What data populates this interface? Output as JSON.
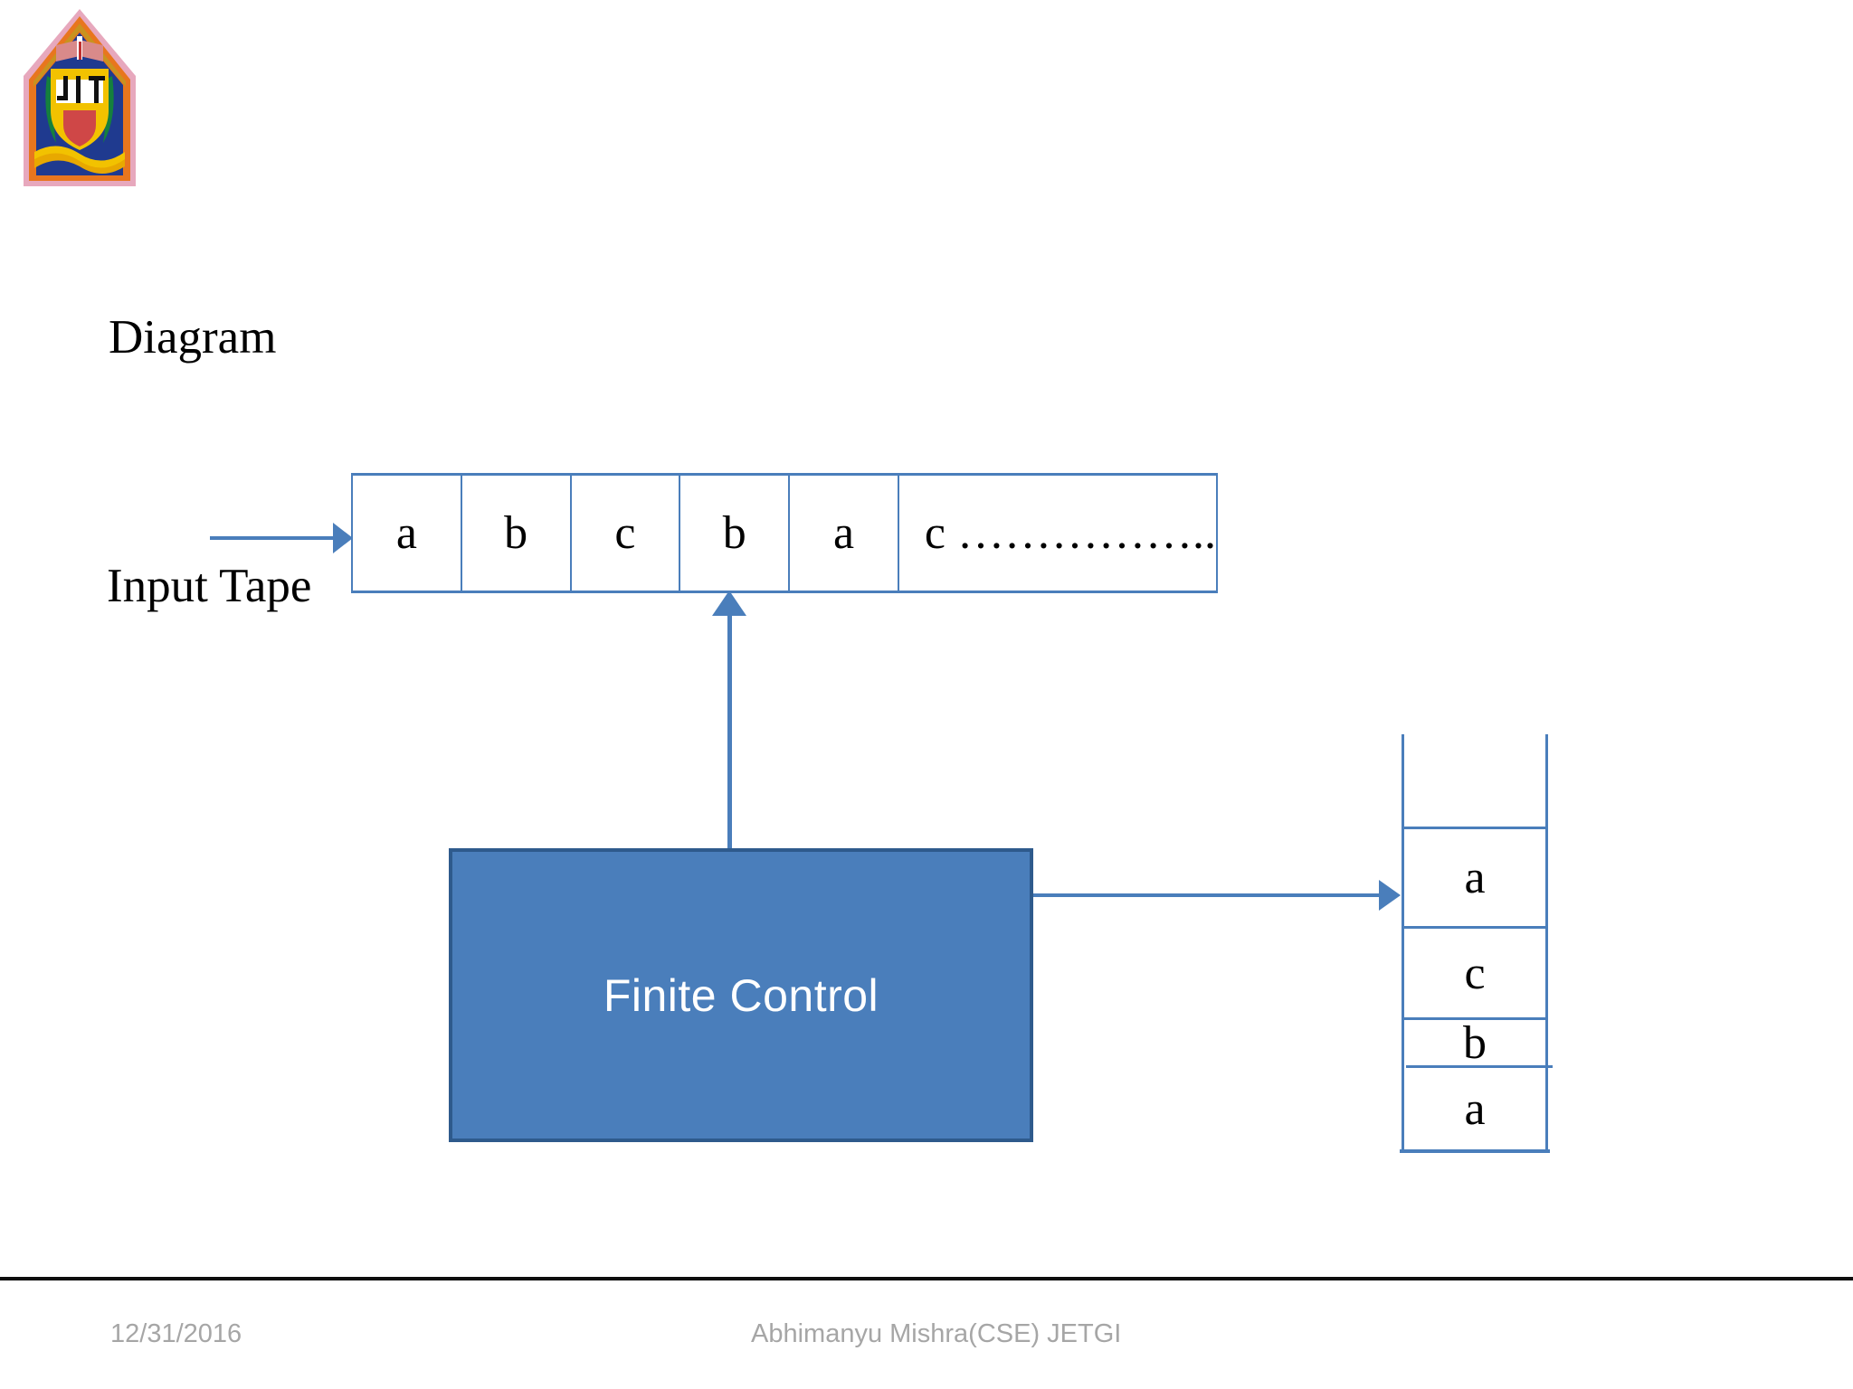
{
  "slide": {
    "title": "Diagram",
    "background": "#ffffff"
  },
  "logo": {
    "name": "jetgi-institute-crest",
    "colors": {
      "outer_border": "#e8a0b4",
      "frame": "#e8751a",
      "field": "#1f3a93",
      "shield_gold": "#f2c200",
      "banner_gold": "#f2c200",
      "green": "#1d8348",
      "book_red": "#d96666",
      "letters": "JIT"
    }
  },
  "labels": {
    "input_tape": "Input Tape"
  },
  "tape": {
    "name": "input-tape",
    "cells": [
      "a",
      "b",
      "c",
      "b",
      "a"
    ],
    "last_cell": "c ……………..",
    "border_color": "#4a7ebb"
  },
  "finite_control": {
    "label": "Finite Control",
    "fill": "#4a7ebb",
    "border": "#2e5a8c",
    "text_color": "#ffffff"
  },
  "stack": {
    "name": "stack",
    "cells": [
      "",
      "a",
      "c",
      "b",
      "a"
    ],
    "border_color": "#4a7ebb"
  },
  "arrows": {
    "color": "#4a7ebb",
    "input_arrow": "input-to-tape",
    "read_head_arrow": "control-to-tape",
    "stack_arrow": "control-to-stack"
  },
  "footer": {
    "date": "12/31/2016",
    "author": "Abhimanyu Mishra(CSE) JETGI",
    "text_color": "#a6a6a6",
    "rule_color": "#0d0d0d"
  }
}
